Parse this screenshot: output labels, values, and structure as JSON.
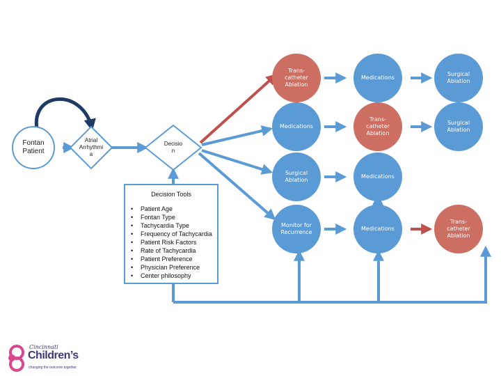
{
  "colors": {
    "blue_node": "#5b9bd5",
    "red_node": "#cd6e62",
    "blue_arrow": "#5b9bd5",
    "red_arrow": "#c0504d",
    "logo_pink": "#d9468c",
    "logo_text": "#3a3a7a"
  },
  "nodes": {
    "fontan_patient": "Fontan\nPatient",
    "atrial_arrhythmia": "Atrial\nArrhythmi\na",
    "decision": "Decisio\nn",
    "r1_c1": "Trans-\ncatheter\nAblation",
    "r1_c2": "Medications",
    "r1_c3": "Surgical\nAblation",
    "r2_c1": "Medications",
    "r2_c2": "Trans-\ncatheter\nAblation",
    "r2_c3": "Surgical\nAblation",
    "r3_c1": "Surgical\nAblation",
    "r3_c2": "Medications",
    "r4_c1": "Monitor for\nRecurrence",
    "r4_c2": "Medications",
    "r4_c3": "Trans-\ncatheter\nAblation"
  },
  "decision_tools": {
    "title": "Decision Tools",
    "items": [
      "Patient Age",
      "Fontan Type",
      "Tachycardia Type",
      "Frequency of Tachycardia",
      "Patient Risk Factors",
      "Rate of Tachycardia",
      "Patient Preference",
      "Physician Preference",
      "Center philosophy"
    ]
  },
  "logo": {
    "city": "Cincinnati",
    "brand": "Children’s",
    "tagline": "changing the outcome together"
  }
}
